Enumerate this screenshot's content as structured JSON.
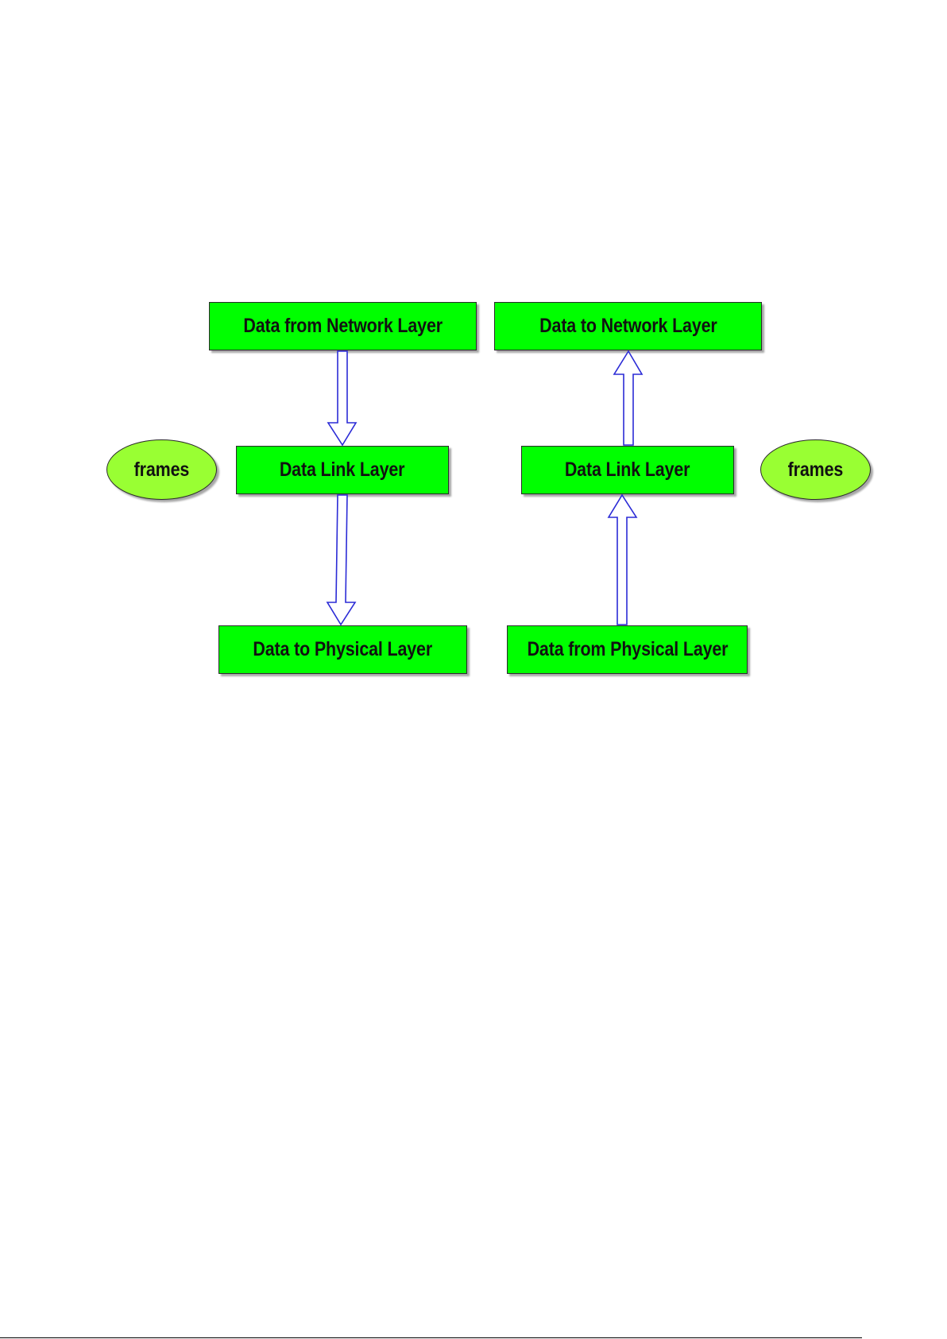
{
  "diagram": {
    "left_stack": {
      "top_label": "Data from Network Layer",
      "middle_label": "Data Link Layer",
      "bottom_label": "Data to Physical Layer",
      "side_label": "frames"
    },
    "right_stack": {
      "top_label": "Data to Network Layer",
      "middle_label": "Data Link Layer",
      "bottom_label": "Data from Physical Layer",
      "side_label": "frames"
    }
  },
  "colors": {
    "box_fill": "#00ff00",
    "oval_fill": "#99ff33",
    "arrow_stroke": "#2b2bd6",
    "arrow_fill": "#ffffff"
  }
}
